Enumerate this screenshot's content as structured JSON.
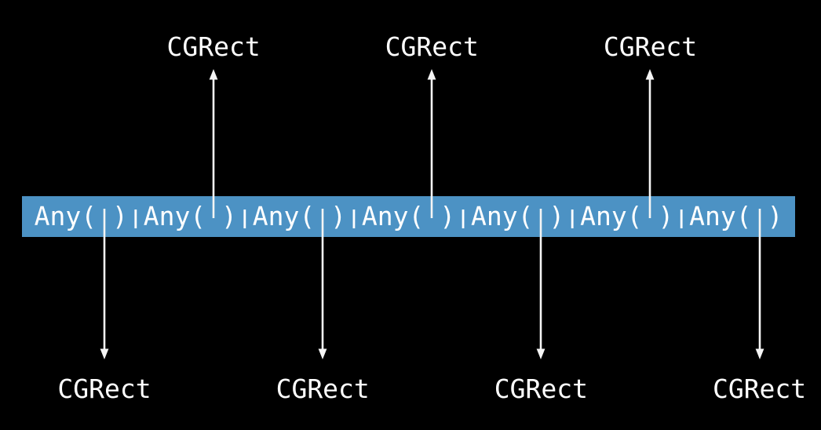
{
  "colors": {
    "background": "#000000",
    "bar_fill": "#4C92C4",
    "text": "#FFFFFF",
    "arrow": "#F5F5F5"
  },
  "bar": {
    "separator": "|",
    "cells": [
      {
        "text": "Any( )",
        "arrow": "down"
      },
      {
        "text": "Any( )",
        "arrow": "up"
      },
      {
        "text": "Any( )",
        "arrow": "down"
      },
      {
        "text": "Any( )",
        "arrow": "up"
      },
      {
        "text": "Any( )",
        "arrow": "down"
      },
      {
        "text": "Any( )",
        "arrow": "up"
      },
      {
        "text": "Any( )",
        "arrow": "down"
      }
    ]
  },
  "top_labels": [
    {
      "text": "CGRect"
    },
    {
      "text": "CGRect"
    },
    {
      "text": "CGRect"
    }
  ],
  "bottom_labels": [
    {
      "text": "CGRect"
    },
    {
      "text": "CGRect"
    },
    {
      "text": "CGRect"
    },
    {
      "text": "CGRect"
    }
  ]
}
